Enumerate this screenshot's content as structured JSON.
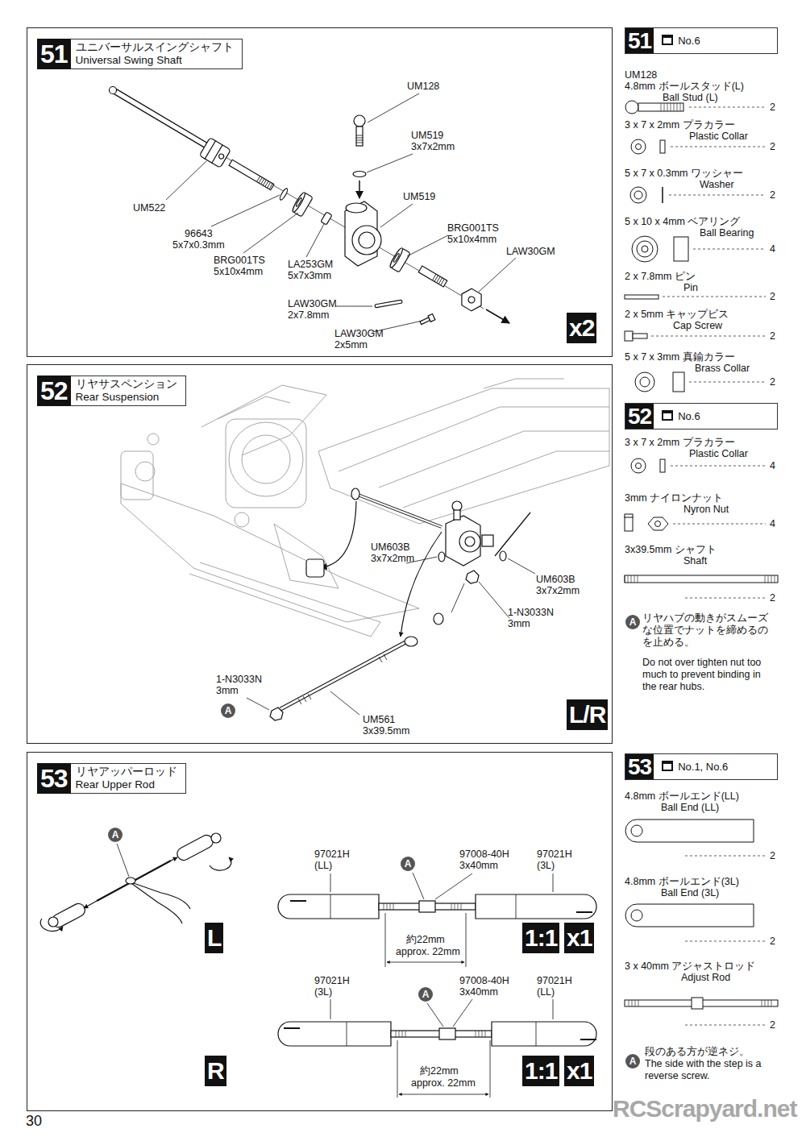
{
  "diagram": {
    "nodes": [
      {
        "text": [
          "51",
          "ユニバーサルスイングシャフト",
          "Universal Swing Shaft"
        ]
      },
      {
        "text": [
          "52",
          "リヤサスペンション",
          "Rear Suspension"
        ]
      },
      {
        "text": [
          "53",
          "リヤアッパーロッド",
          "Rear Upper Rod"
        ]
      },
      {
        "text": [
          "51",
          "No.6"
        ]
      },
      {
        "text": [
          "52",
          "No.6"
        ]
      },
      {
        "text": [
          "53",
          "No.1, No.6"
        ]
      }
    ],
    "labels": [
      "UM128",
      "UM519",
      "3x7x2mm",
      "UM522",
      "UM519",
      "BRG001TS",
      "5x10x4mm",
      "96643",
      "5x7x0.3mm",
      "LAW30GM",
      "BRG001TS",
      "5x10x4mm",
      "LA253GM",
      "5x7x3mm",
      "LAW30GM",
      "2x7.8mm",
      "LAW30GM",
      "2x5mm",
      "x2",
      "UM603B",
      "3x7x2mm",
      "UM603B",
      "3x7x2mm",
      "1-N3033N",
      "3mm",
      "1-N3033N",
      "3mm",
      "A",
      "UM561",
      "3x39.5mm",
      "L/R",
      "A",
      "L",
      "97021H",
      "(LL)",
      "A",
      "97008-40H",
      "3x40mm",
      "97021H",
      "(3L)",
      "約22mm",
      "approx. 22mm",
      "1:1",
      "x1",
      "R",
      "97021H",
      "(3L)",
      "A",
      "97008-40H",
      "3x40mm",
      "97021H",
      "(LL)",
      "約22mm",
      "approx. 22mm",
      "1:1",
      "x1",
      "UM128",
      "4.8mm ボールスタッド(L)",
      "Ball Stud (L)",
      "2",
      "3 x 7 x 2mm プラカラー",
      "Plastic Collar",
      "2",
      "5 x 7 x 0.3mm ワッシャー",
      "Washer",
      "2",
      "5 x 10 x 4mm ベアリング",
      "Ball Bearing",
      "4",
      "2 x 7.8mm ピン",
      "Pin",
      "2",
      "2 x 5mm キャップビス",
      "Cap Screw",
      "2",
      "5 x 7 x 3mm 真鍮カラー",
      "Brass Collar",
      "2",
      "3 x 7 x 2mm プラカラー",
      "Plastic Collar",
      "4",
      "3mm ナイロンナット",
      "Nyron Nut",
      "4",
      "3x39.5mm シャフト",
      "Shaft",
      "2",
      "A",
      "リヤハブの動きがスムーズな位置でナットを締めるのを止める。",
      "Do not over tighten nut too much to prevent binding in the rear hubs.",
      "4.8mm ボールエンド(LL)",
      "Ball End (LL)",
      "2",
      "4.8mm ボールエンド(3L)",
      "Ball End (3L)",
      "2",
      "3 x 40mm アジャストロッド",
      "Adjust Rod",
      "2",
      "A",
      "段のある方が逆ネジ。",
      "The side with the step is a reverse screw.",
      "30",
      "RCScrapyard.net"
    ]
  }
}
